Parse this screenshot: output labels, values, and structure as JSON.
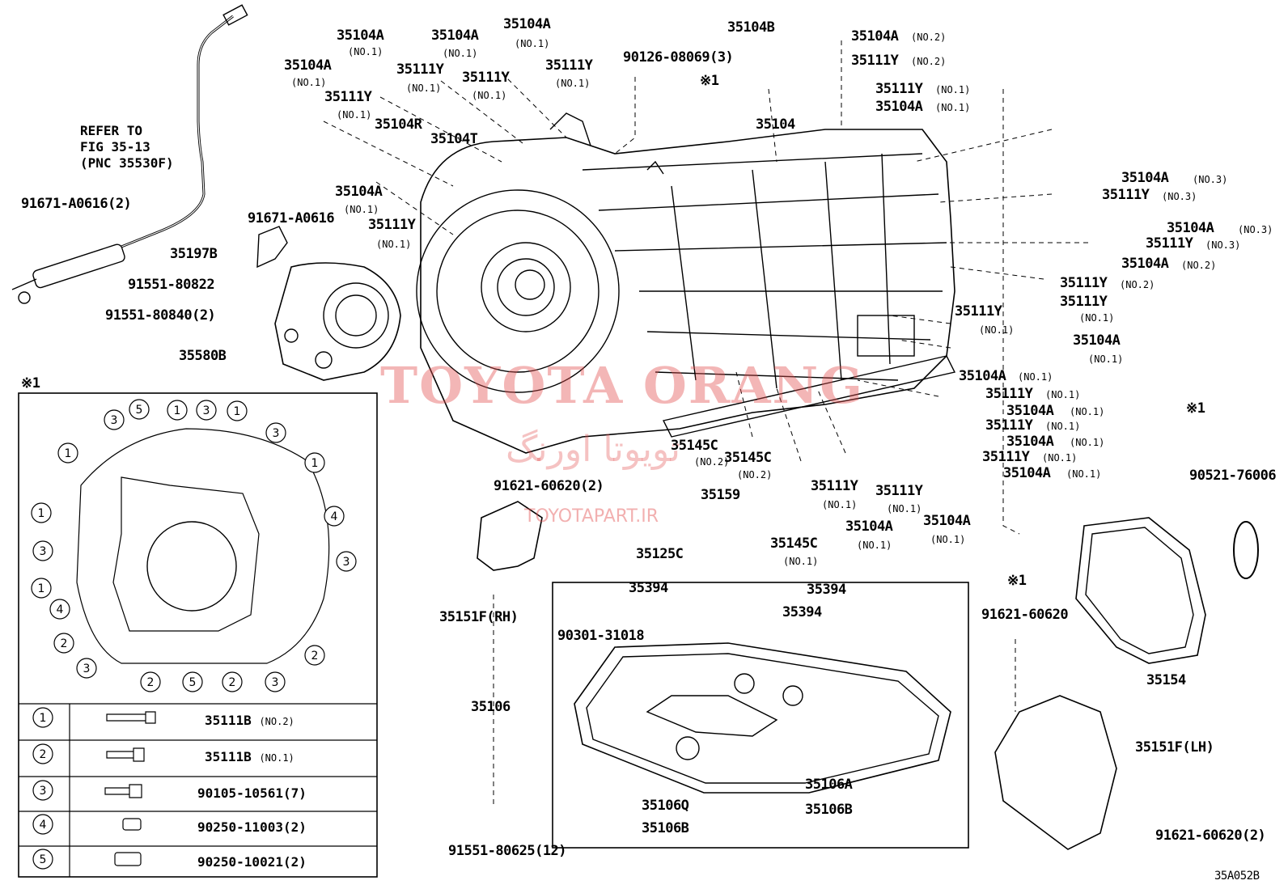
{
  "diagram_code": "35A052B",
  "watermark": {
    "brand": "TOYOTA ORANG",
    "persian": "تویوتا اورنگ",
    "site": "TOYOTAPART.IR"
  },
  "refer_note": {
    "line1": "REFER TO",
    "line2": "FIG 35-13",
    "line3": "(PNC 35530F)"
  },
  "mark_ref": "※1",
  "labels": {
    "a1": "91671-A0616(2)",
    "a2": "91671-A0616",
    "a3": "35197B",
    "a4": "91551-80822",
    "a5": "91551-80840(2)",
    "a6": "35580B",
    "t1": "35104A",
    "t1s": "(NO.1)",
    "t2": "35104A",
    "t2s": "(NO.1)",
    "t3": "35104A",
    "t3s": "(NO.1)",
    "t4": "35104A",
    "t4s": "(NO.1)",
    "t5": "35111Y",
    "t5s": "(NO.1)",
    "t6": "35111Y",
    "t6s": "(NO.1)",
    "t7": "35111Y",
    "t7s": "(NO.1)",
    "t8": "35111Y",
    "t8s": "(NO.1)",
    "t9": "35104R",
    "t10": "35104T",
    "t11": "35104A",
    "t11s": "(NO.1)",
    "t12": "35111Y",
    "t12s": "(NO.1)",
    "t13": "35104B",
    "t14": "90126-08069(3)",
    "t15": "35104",
    "t16": "※1",
    "r1": "35104A",
    "r1s": "(NO.2)",
    "r2": "35111Y",
    "r2s": "(NO.2)",
    "r3": "35111Y",
    "r3s": "(NO.1)",
    "r4": "35104A",
    "r4s": "(NO.1)",
    "r5": "35104A",
    "r5s": "(NO.3)",
    "r6": "35111Y",
    "r6s": "(NO.3)",
    "r7": "35104A",
    "r7s": "(NO.3)",
    "r8": "35111Y",
    "r8s": "(NO.3)",
    "r9": "35104A",
    "r9s": "(NO.2)",
    "r10": "35111Y",
    "r10s": "(NO.2)",
    "r11": "35111Y",
    "r11s": "(NO.1)",
    "r12": "35104A",
    "r12s": "(NO.1)",
    "r13": "35111Y",
    "r13s": "(NO.1)",
    "r14": "35104A",
    "r14s": "(NO.1)",
    "m1": "35111Y",
    "m1s": "(NO.1)",
    "m2": "35104A",
    "m2s": "(NO.1)",
    "m3": "35111Y",
    "m3s": "(NO.1)",
    "m4": "35104A",
    "m4s": "(NO.1)",
    "m5": "35111Y",
    "m5s": "(NO.1)",
    "m6": "35104A",
    "m6s": "(NO.1)",
    "b1": "35145C",
    "b1s": "(NO.2)",
    "b2": "35145C",
    "b2s": "(NO.2)",
    "b3": "35159",
    "b4": "35145C",
    "b4s": "(NO.1)",
    "b5": "35111Y",
    "b5s": "(NO.1)",
    "b6": "35104A",
    "b6s": "(NO.1)",
    "b7": "35111Y",
    "b7s": "(NO.1)",
    "b8": "35104A",
    "b8s": "(NO.1)",
    "l1": "91621-60620(2)",
    "l2": "35151F(RH)",
    "p1": "35125C",
    "p2": "35394",
    "p3": "35394",
    "p4": "35394",
    "p5": "90301-31018",
    "p6": "35106",
    "p7": "35106A",
    "p8": "35106Q",
    "p9": "35106B",
    "p10": "35106B",
    "p11": "91551-80625(12)",
    "e1": "※1",
    "e2": "90521-76006",
    "e3": "※1",
    "e4": "91621-60620",
    "e5": "35154",
    "e6": "35151F(LH)",
    "e7": "91621-60620(2)"
  },
  "inset": {
    "title": "※1",
    "rows": [
      {
        "num": "1",
        "part": "35111B",
        "sub": "(NO.2)"
      },
      {
        "num": "2",
        "part": "35111B",
        "sub": "(NO.1)"
      },
      {
        "num": "3",
        "part": "90105-10561(7)",
        "sub": ""
      },
      {
        "num": "4",
        "part": "90250-11003(2)",
        "sub": ""
      },
      {
        "num": "5",
        "part": "90250-10021(2)",
        "sub": ""
      }
    ]
  }
}
